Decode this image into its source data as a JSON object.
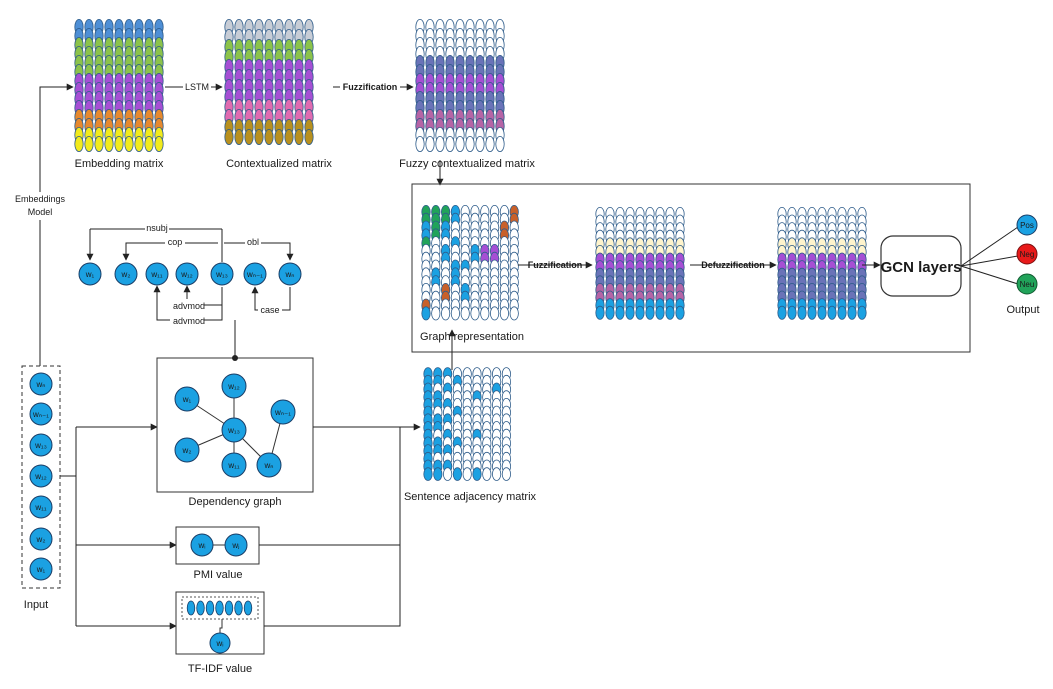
{
  "labels": {
    "embedding_matrix": "Embedding matrix",
    "contextualized_matrix": "Contextualized matrix",
    "fuzzy_contextualized_matrix": "Fuzzy contextualized matrix",
    "lstm": "LSTM",
    "fuzzification": "Fuzzification",
    "fuzzification_2": "Fuzzification",
    "defuzzification": "Defuzzification",
    "embeddings_model_line1": "Embeddings",
    "embeddings_model_line2": "Model",
    "graph_representation": "Graph representation",
    "gcn_layers": "GCN layers",
    "output": "Output",
    "input": "Input",
    "dependency_graph": "Dependency graph",
    "pmi_value": "PMI value",
    "tfidf_value": "TF-IDF value",
    "sentence_adjacency_matrix": "Sentence adjacency matrix"
  },
  "dependency_labels": {
    "nsubj": "nsubj",
    "cop": "cop",
    "obl": "obl",
    "advmod_1": "advmod",
    "advmod_2": "advmod",
    "case": "case"
  },
  "outputs": [
    {
      "label": "Pos",
      "color": "#1ba1e2"
    },
    {
      "label": "Neg",
      "color": "#e81a1a"
    },
    {
      "label": "Neu",
      "color": "#21a35a"
    }
  ],
  "colors": {
    "node_fill": "#1ba1e2",
    "node_stroke": "#1a3d66",
    "line": "#222222",
    "embedding_rows": [
      "#4e8fd6",
      "#8cc34a",
      "#8cc34a",
      "#a64fd4",
      "#a64fd4",
      "#e6892e",
      "#f2ea1c"
    ],
    "context_rows": [
      "#c8cdd6",
      "#8cc34a",
      "#a64fd4",
      "#a64fd4",
      "#e06bb0",
      "#b8901e"
    ],
    "fuzzy_rows": [
      "#ffffff",
      "#ffffff",
      "#6a73b8",
      "#a64fd4",
      "#6a73b8",
      "#b564a6",
      "#ffffff"
    ],
    "gcn_in_rows": [
      "#ffffff",
      "#ffffff",
      "#fff4cc",
      "#a64fd4",
      "#6a73b8",
      "#b564a6",
      "#1ba1e2"
    ],
    "gcn_out_rows": [
      "#ffffff",
      "#ffffff",
      "#fff4cc",
      "#a64fd4",
      "#6a73b8",
      "#6a73b8",
      "#1ba1e2"
    ],
    "sparse_blue": "#1ba1e2",
    "sparse_green": "#21a35a",
    "sparse_orange": "#c8602a",
    "sparse_purple": "#a64fd4"
  }
}
